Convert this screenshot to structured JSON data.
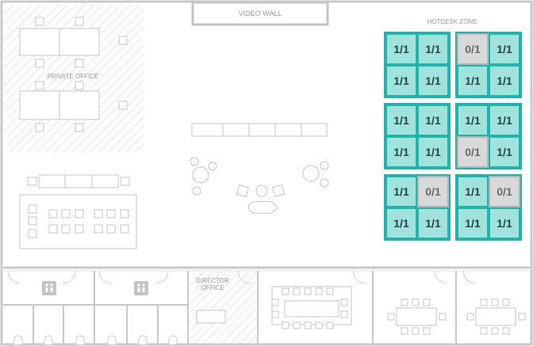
{
  "labels": {
    "video_wall": "VIDEO WALL",
    "hotdesk_zone": "HOTDESK ZONE",
    "private_office": "PRIVATE OFFICE",
    "director_office_line1": "DIRECTOR",
    "director_office_line2": "OFFICE"
  },
  "colors": {
    "available_fill": "#9fe3dc",
    "available_border": "#1fb5aa",
    "occupied_fill": "#d9d9d9",
    "occupied_border": "#b3b3b3",
    "wall": "#c9c9c9",
    "text_available": "#24424a",
    "text_occupied": "#6a6a6a"
  },
  "icons": {
    "restroom_1": "restroom-icon",
    "restroom_2": "restroom-icon"
  },
  "hotdesk_groups": [
    {
      "desks": [
        "1/1",
        "1/1",
        "1/1",
        "1/1"
      ]
    },
    {
      "desks": [
        "0/1",
        "1/1",
        "1/1",
        "1/1"
      ]
    },
    {
      "desks": [
        "1/1",
        "1/1",
        "1/1",
        "1/1"
      ]
    },
    {
      "desks": [
        "1/1",
        "1/1",
        "0/1",
        "1/1"
      ]
    },
    {
      "desks": [
        "1/1",
        "0/1",
        "1/1",
        "1/1"
      ]
    },
    {
      "desks": [
        "1/1",
        "0/1",
        "1/1",
        "1/1"
      ]
    }
  ]
}
